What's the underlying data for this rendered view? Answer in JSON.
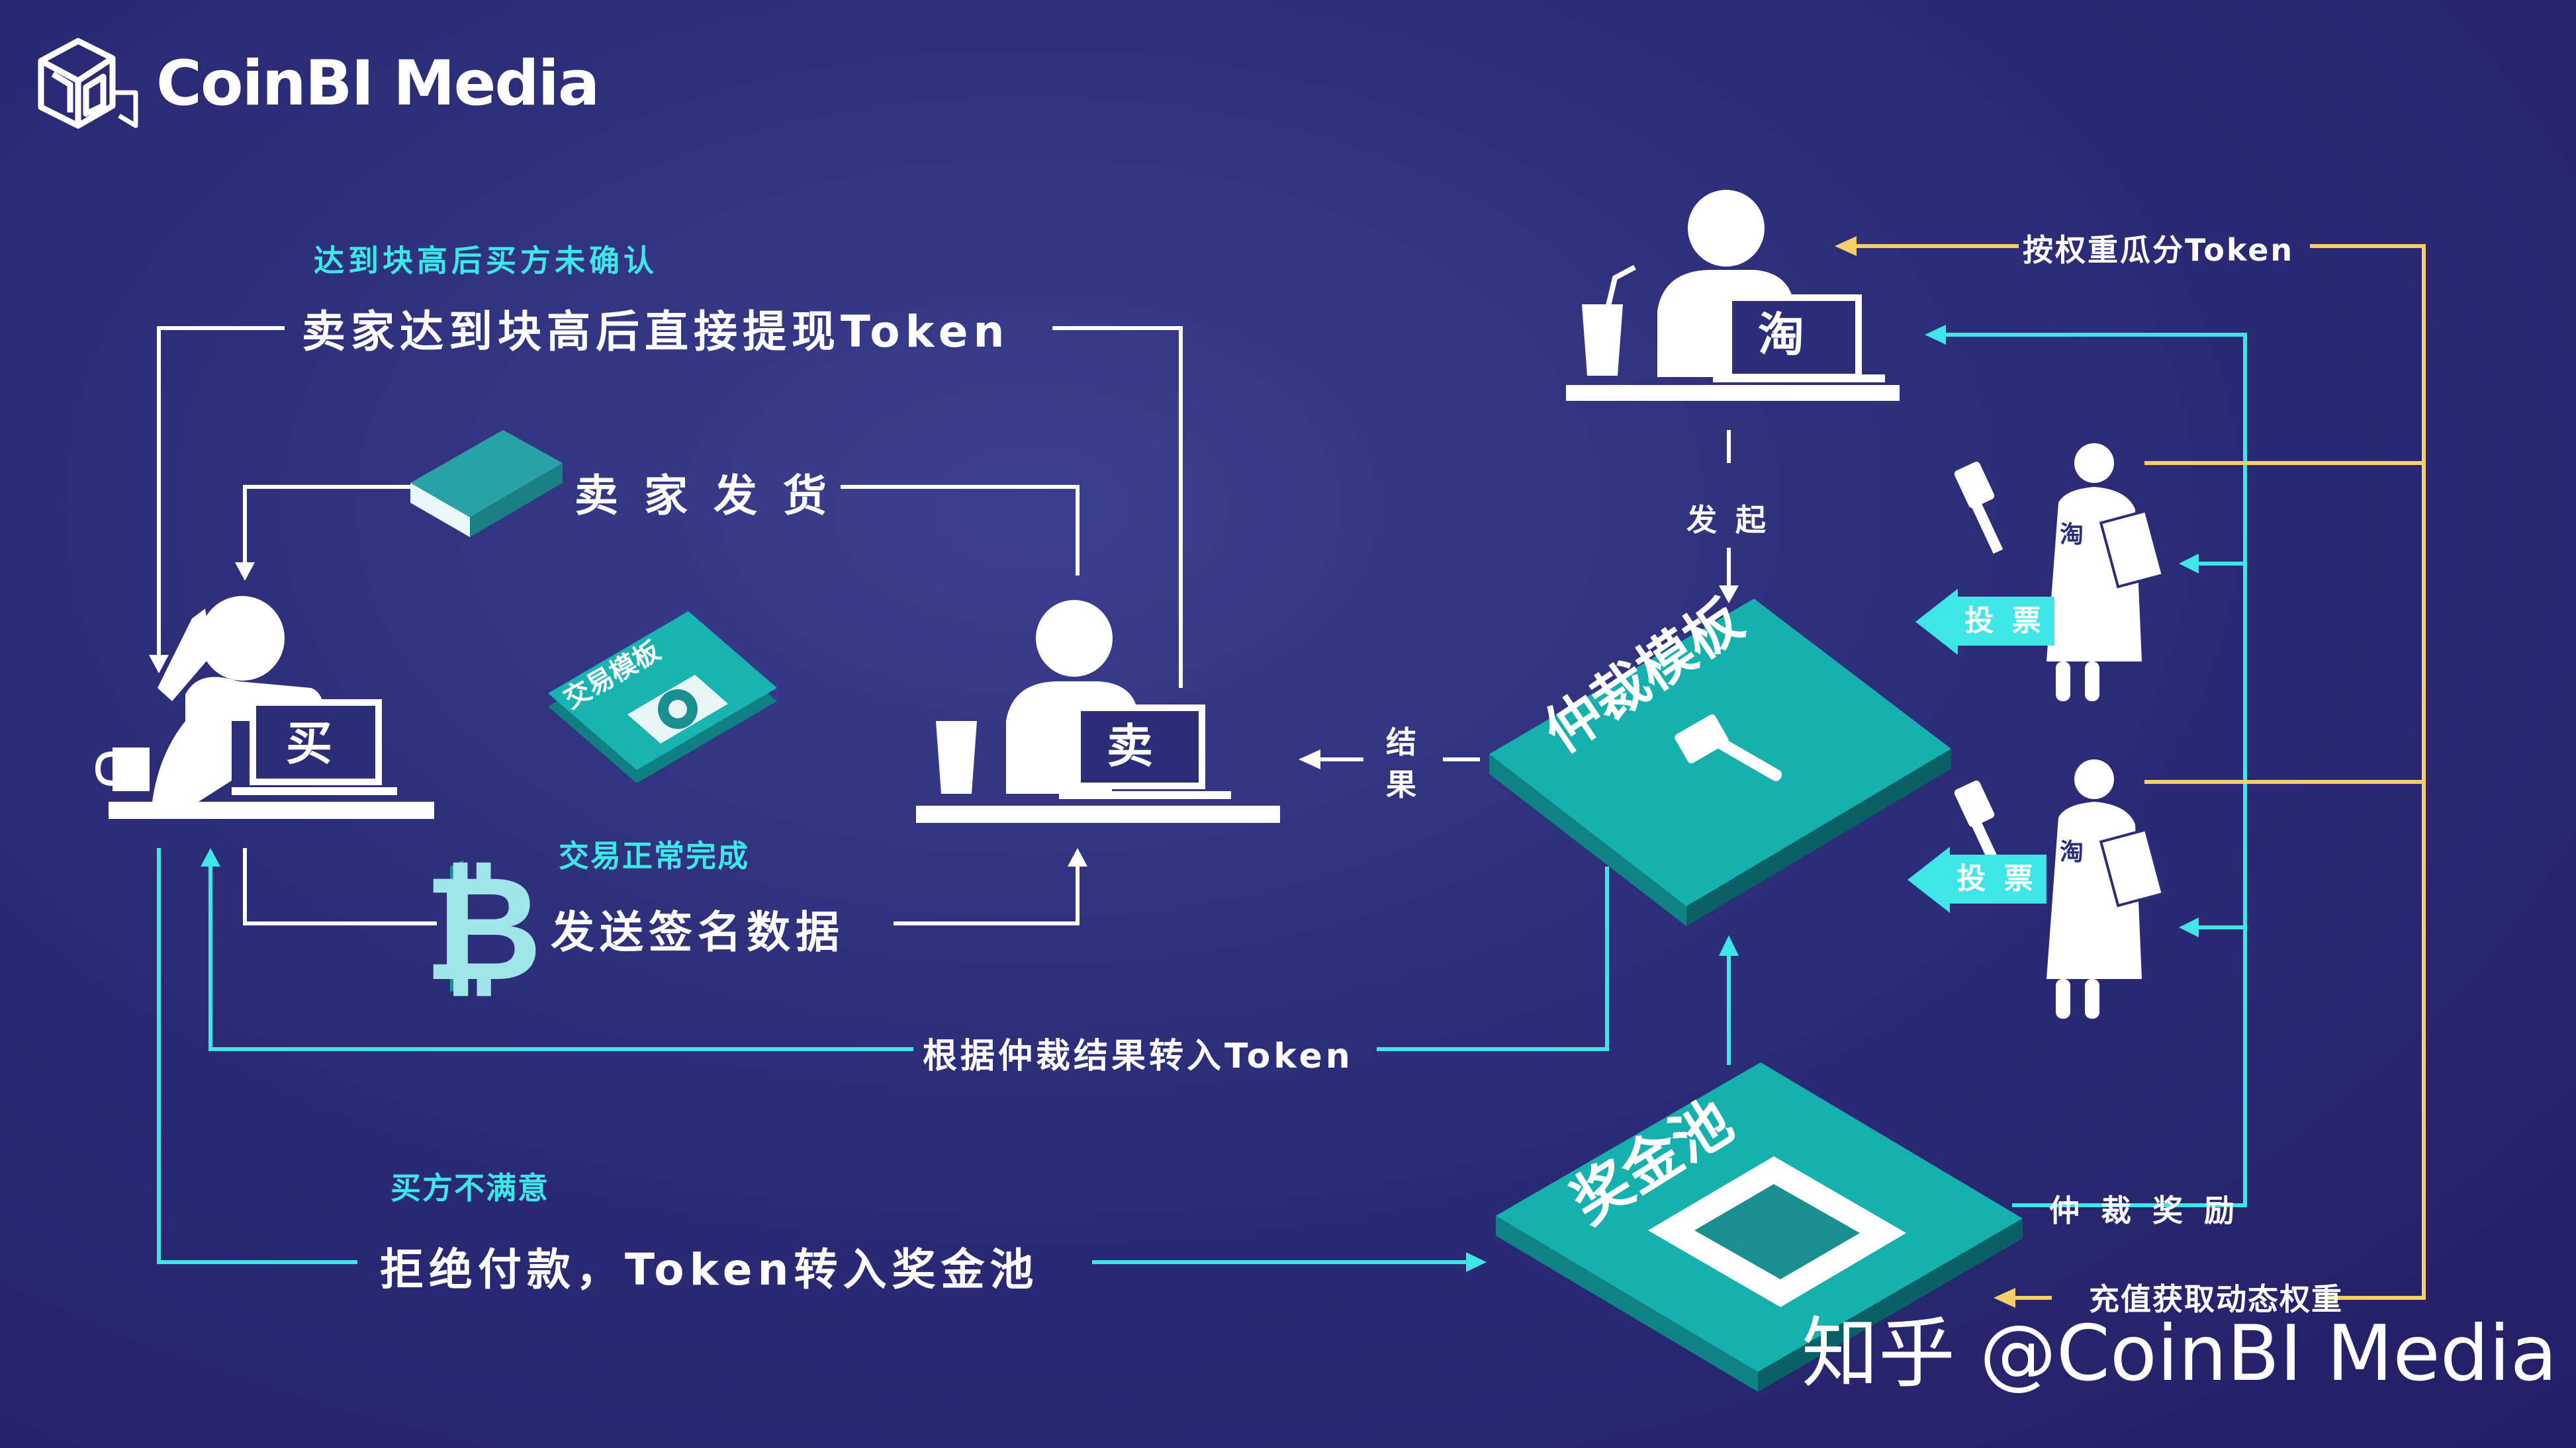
{
  "brand": {
    "name": "CoinBI Media"
  },
  "watermark": "知乎 @CoinBI Media",
  "parties": {
    "buyer": "买",
    "seller": "卖",
    "taobao": "淘"
  },
  "cards": {
    "trade_template": "交易模板",
    "arbitration_template": "仲裁模板",
    "prize_pool": "奖金池"
  },
  "labels": {
    "buyer_no_confirm": "达到块高后买方未确认",
    "seller_withdraw": "卖家达到块高后直接提现Token",
    "seller_ship": "卖 家 发 货",
    "trade_done": "交易正常完成",
    "send_sig": "发送签名数据",
    "transfer_by_result": "根据仲裁结果转入Token",
    "buyer_unhappy": "买方不满意",
    "refuse_pay": "拒绝付款，Token转入奖金池",
    "initiate": "发 起",
    "result": "结 果",
    "split_token": "按权重瓜分Token",
    "vote_1": "投 票",
    "vote_2": "投 票",
    "arb_reward": "仲 裁 奖 励",
    "recharge": "充值获取动态权重"
  },
  "colors": {
    "cyan": "#3ee6e8",
    "yellow": "#f7cf6a",
    "teal": "#14b0ae",
    "white": "#ffffff",
    "bg": "#2c2d78"
  }
}
